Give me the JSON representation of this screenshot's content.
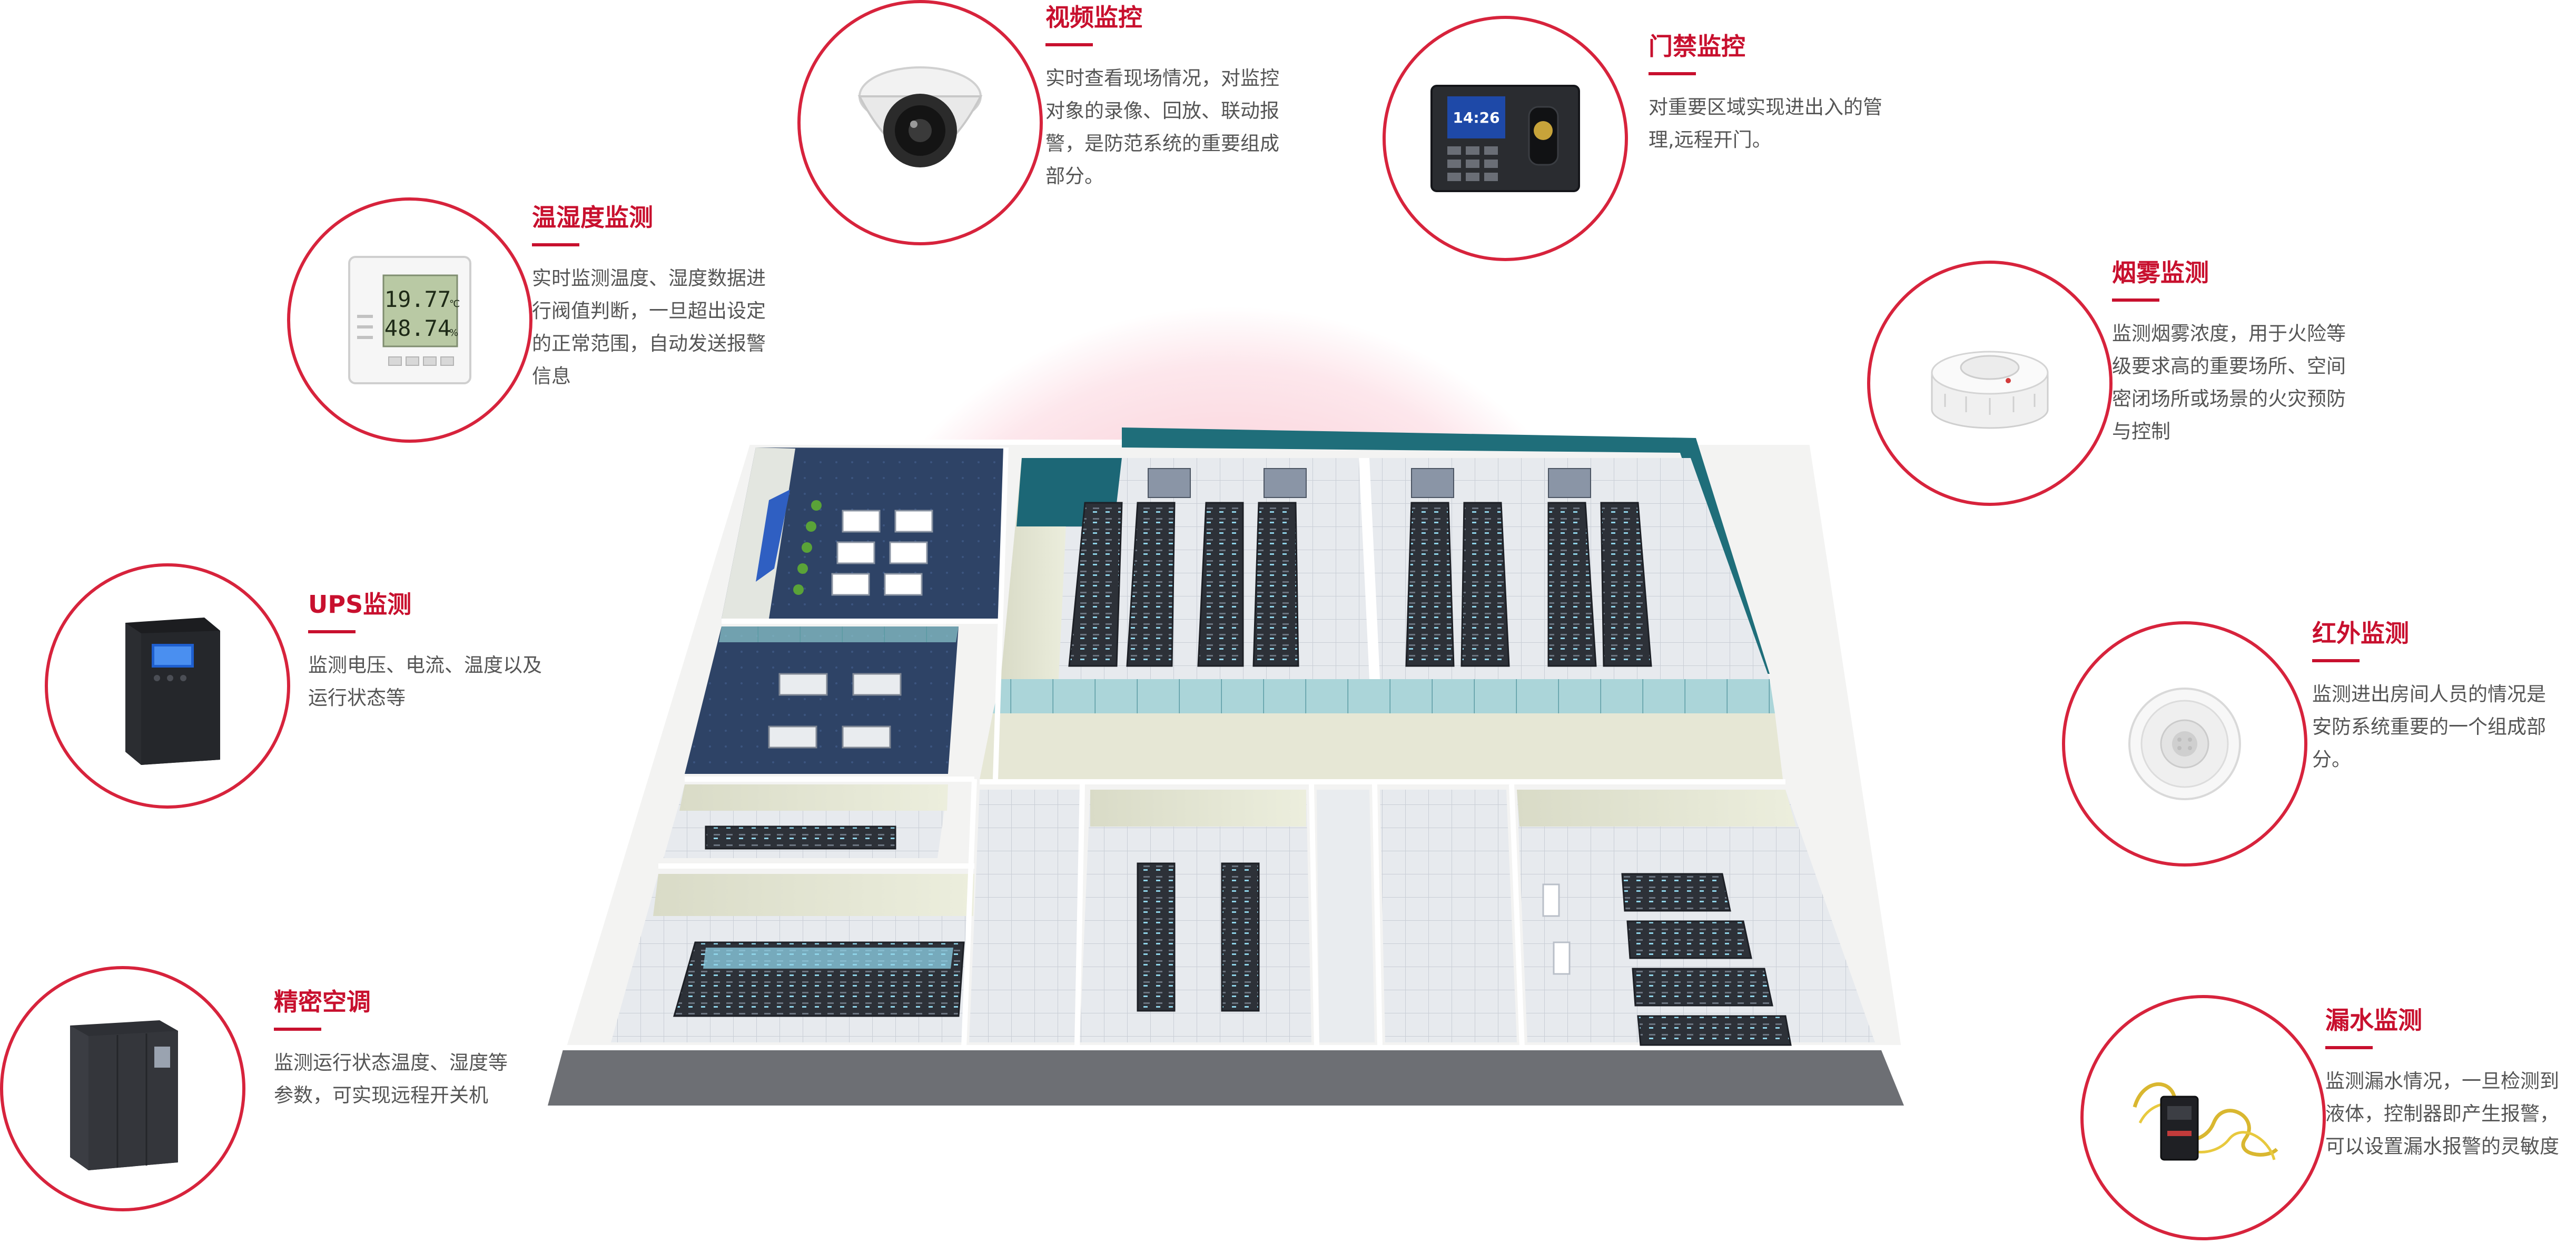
{
  "modules": {
    "video": {
      "title": "视频监控",
      "desc": "实时查看现场情况，对监控对象的录像、回放、联动报警，是防范系统的重要组成部分。",
      "icon": "dome-camera-icon"
    },
    "access": {
      "title": "门禁监控",
      "desc": "对重要区域实现进出入的管理,远程开门。",
      "icon": "access-control-terminal-icon",
      "screen_time": "14:26"
    },
    "temp": {
      "title": "温湿度监测",
      "desc": "实时监测温度、湿度数据进行阀值判断，一旦超出设定的正常范围，自动发送报警信息",
      "icon": "thermo-hygrometer-icon",
      "display_temp": "19.77",
      "display_unit_temp": "℃",
      "display_hum": "48.74",
      "display_unit_hum": "%"
    },
    "smoke": {
      "title": "烟雾监测",
      "desc": "监测烟雾浓度，用于火险等级要求高的重要场所、空间密闭场所或场景的火灾预防与控制",
      "icon": "smoke-detector-icon"
    },
    "ups": {
      "title": "UPS监测",
      "desc": "监测电压、电流、温度以及运行状态等",
      "icon": "ups-unit-icon"
    },
    "infrared": {
      "title": "红外监测",
      "desc": "监测进出房间人员的情况是安防系统重要的一个组成部分。",
      "icon": "infrared-sensor-icon"
    },
    "aircon": {
      "title": "精密空调",
      "desc": "监测运行状态温度、湿度等参数，可实现远程开关机",
      "icon": "precision-air-conditioner-icon"
    },
    "water": {
      "title": "漏水监测",
      "desc": "监测漏水情况，一旦检测到液体，控制器即产生报警，可以设置漏水报警的灵敏度",
      "icon": "water-leak-sensor-icon"
    }
  },
  "colors": {
    "accent": "#c8102e",
    "ring": "#d7233c",
    "halo": "#f7a7b6",
    "text": "#555555"
  }
}
